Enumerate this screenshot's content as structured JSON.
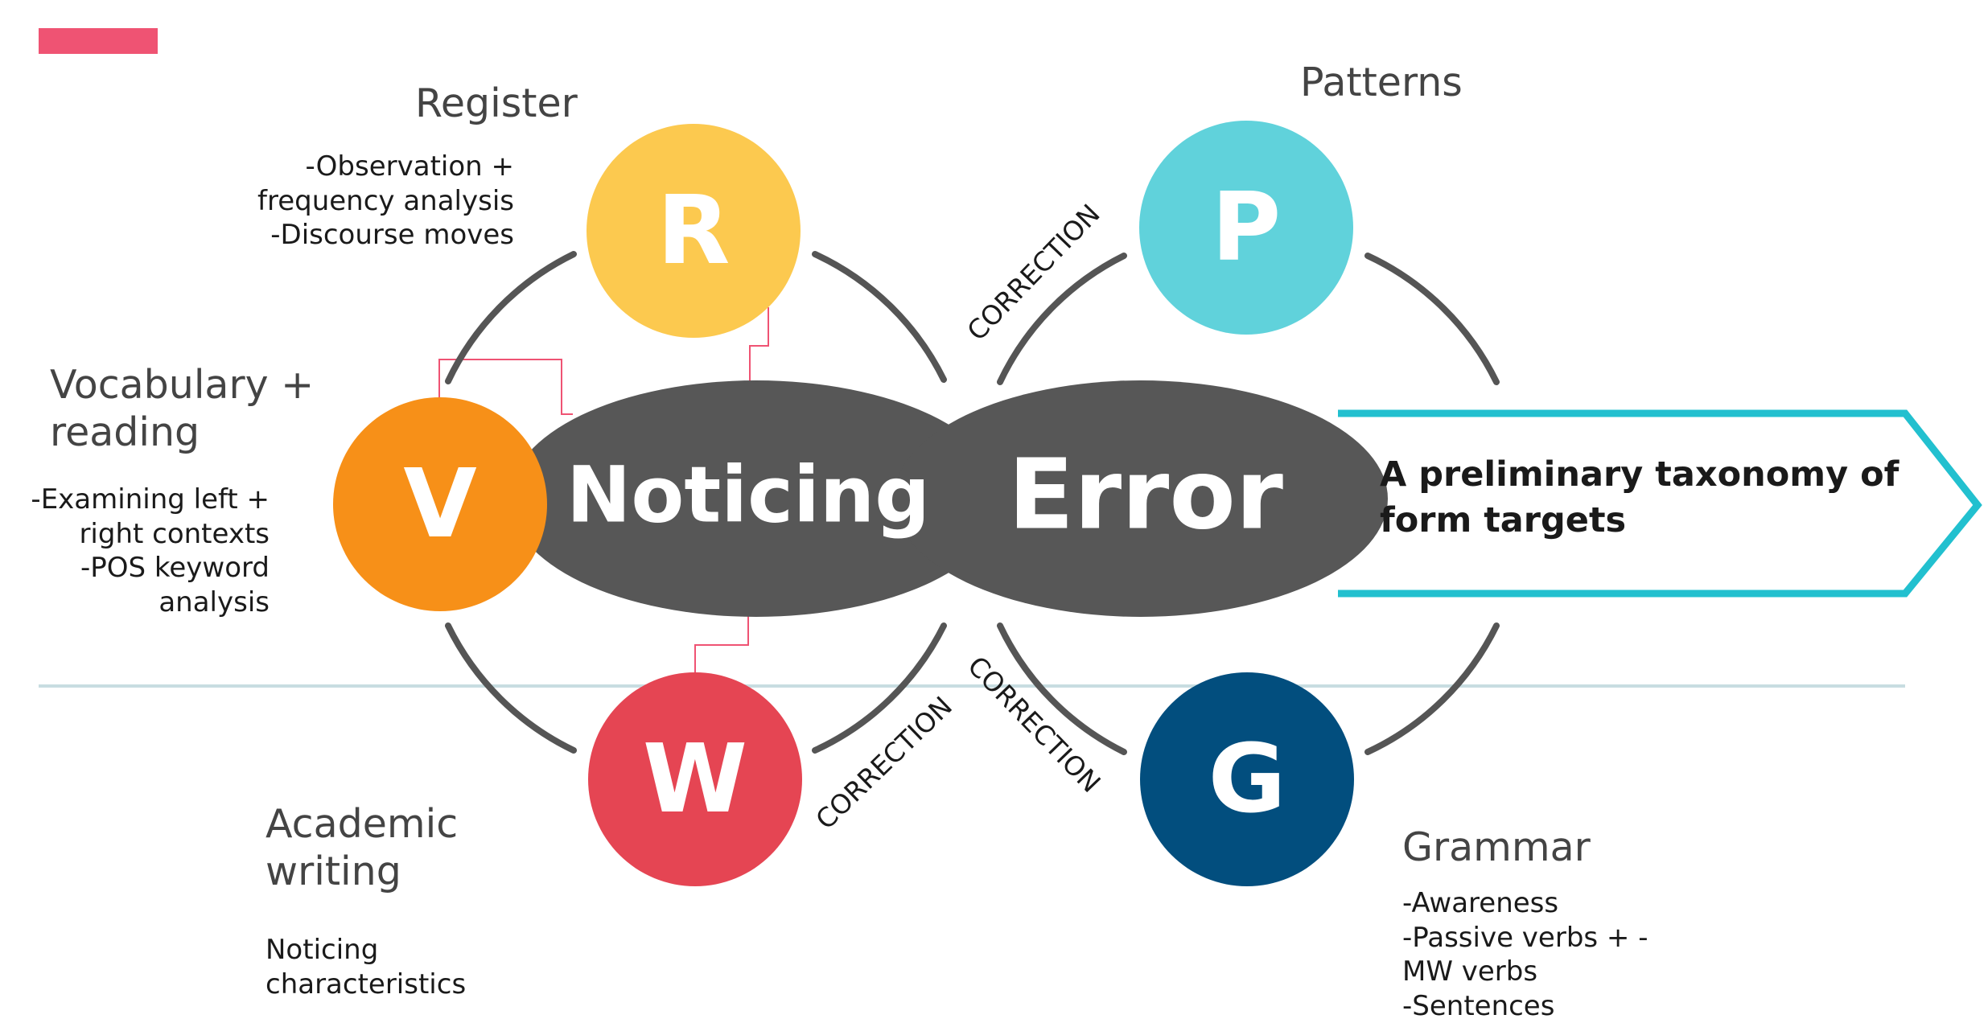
{
  "colors": {
    "pink": "#ef5373",
    "r": "#fcc94f",
    "p": "#60d2db",
    "v": "#f79018",
    "w": "#e54553",
    "g": "#024e7e",
    "hub": "#575757",
    "cyan": "#22c0cf",
    "arc": "#555555",
    "divider": "#c8dde1"
  },
  "hub": {
    "left": "Noticing",
    "right": "Error"
  },
  "nodes": {
    "r": {
      "letter": "R"
    },
    "p": {
      "letter": "P"
    },
    "v": {
      "letter": "V"
    },
    "w": {
      "letter": "W"
    },
    "g": {
      "letter": "G"
    }
  },
  "corrections": [
    "CORRECTION",
    "CORRECTION",
    "CORRECTION"
  ],
  "outcome": {
    "lines": [
      "A preliminary taxonomy of",
      "form targets"
    ]
  },
  "register": {
    "title": "Register",
    "items": [
      "-Observation +",
      "frequency analysis",
      "-Discourse moves"
    ]
  },
  "patterns": {
    "title": "Patterns"
  },
  "vocabulary": {
    "title_lines": [
      "Vocabulary +",
      "reading"
    ],
    "items": [
      "-Examining left +",
      "right contexts",
      "-POS keyword",
      "analysis"
    ]
  },
  "academic": {
    "title_lines": [
      "Academic",
      "writing"
    ],
    "items": [
      "Noticing",
      "characteristics"
    ]
  },
  "grammar": {
    "title": "Grammar",
    "items": [
      "-Awareness",
      "-Passive verbs + -",
      "MW verbs",
      "-Sentences"
    ]
  }
}
